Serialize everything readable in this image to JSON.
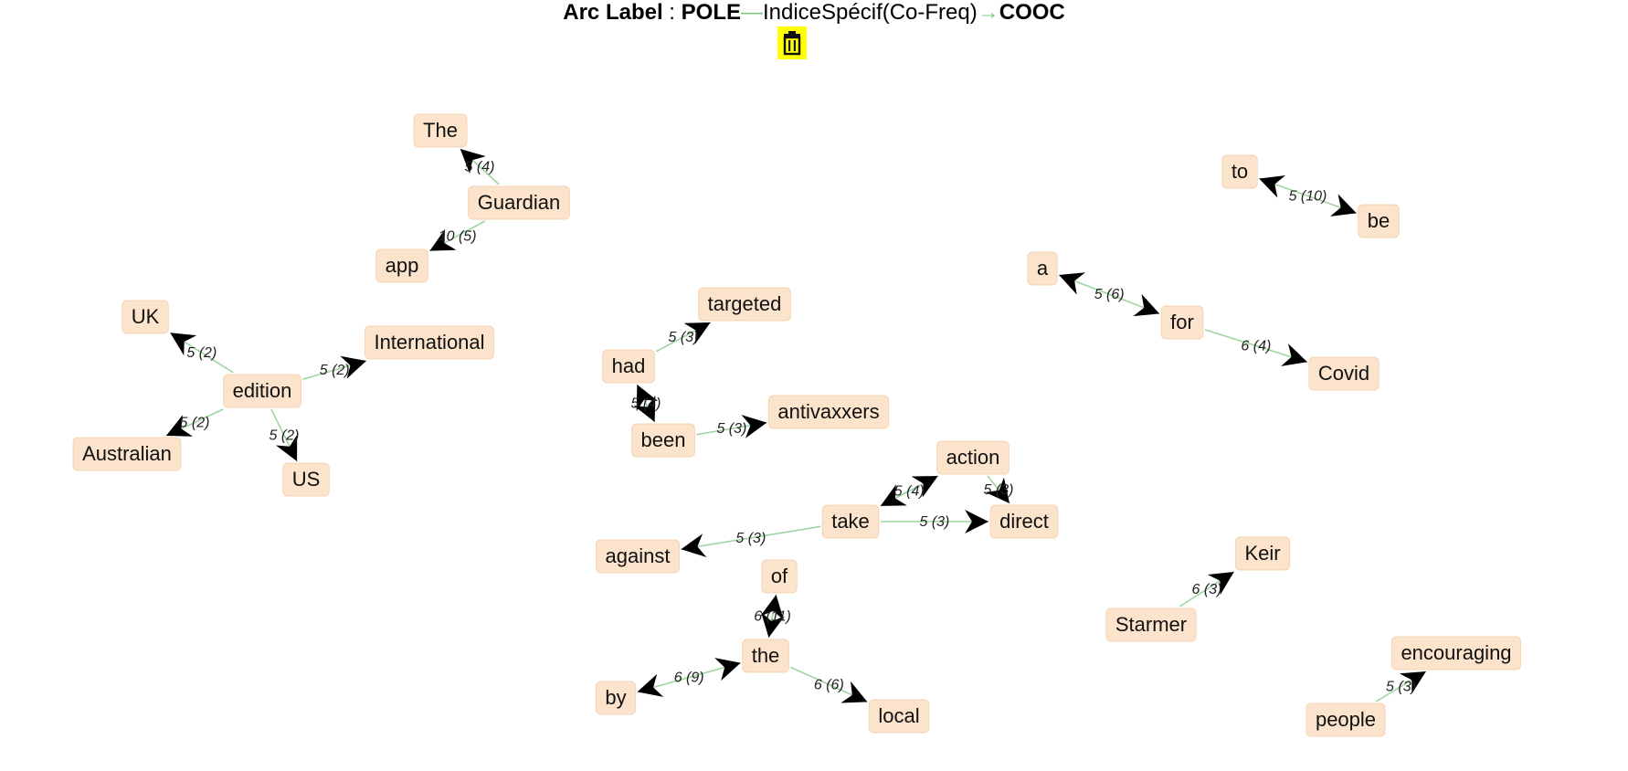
{
  "header": {
    "arc_label": "Arc Label",
    "separator": ":",
    "pole": "POLE",
    "measure": "IndiceSpécif(Co-Freq)",
    "cooc": "COOC",
    "trash_icon": "trash-icon"
  },
  "colors": {
    "node_fill": "#fbe3cc",
    "edge": "#9fd59f",
    "arrow": "#000000",
    "trash_bg": "#ffff00"
  },
  "graph": {
    "nodes": [
      {
        "id": "The",
        "label": "The"
      },
      {
        "id": "Guardian",
        "label": "Guardian"
      },
      {
        "id": "app",
        "label": "app"
      },
      {
        "id": "UK",
        "label": "UK"
      },
      {
        "id": "International",
        "label": "International"
      },
      {
        "id": "edition",
        "label": "edition"
      },
      {
        "id": "Australian",
        "label": "Australian"
      },
      {
        "id": "US",
        "label": "US"
      },
      {
        "id": "targeted",
        "label": "targeted"
      },
      {
        "id": "had",
        "label": "had"
      },
      {
        "id": "been",
        "label": "been"
      },
      {
        "id": "antivaxxers",
        "label": "antivaxxers"
      },
      {
        "id": "action",
        "label": "action"
      },
      {
        "id": "take",
        "label": "take"
      },
      {
        "id": "direct",
        "label": "direct"
      },
      {
        "id": "against",
        "label": "against"
      },
      {
        "id": "of",
        "label": "of"
      },
      {
        "id": "the",
        "label": "the"
      },
      {
        "id": "by",
        "label": "by"
      },
      {
        "id": "local",
        "label": "local"
      },
      {
        "id": "to",
        "label": "to"
      },
      {
        "id": "be",
        "label": "be"
      },
      {
        "id": "a",
        "label": "a"
      },
      {
        "id": "for",
        "label": "for"
      },
      {
        "id": "Covid",
        "label": "Covid"
      },
      {
        "id": "Keir",
        "label": "Keir"
      },
      {
        "id": "Starmer",
        "label": "Starmer"
      },
      {
        "id": "encouraging",
        "label": "encouraging"
      },
      {
        "id": "people",
        "label": "people"
      }
    ],
    "edges": [
      {
        "from": "Guardian",
        "to": "The",
        "label": "5 (4)",
        "both": false
      },
      {
        "from": "Guardian",
        "to": "app",
        "label": "10 (5)",
        "both": false
      },
      {
        "from": "edition",
        "to": "UK",
        "label": "5 (2)",
        "both": false
      },
      {
        "from": "edition",
        "to": "International",
        "label": "5 (2)",
        "both": false
      },
      {
        "from": "edition",
        "to": "Australian",
        "label": "5 (2)",
        "both": false
      },
      {
        "from": "edition",
        "to": "US",
        "label": "5 (2)",
        "both": false
      },
      {
        "from": "had",
        "to": "targeted",
        "label": "5 (3)",
        "both": false
      },
      {
        "from": "had",
        "to": "been",
        "label": "5 (4)",
        "both": true
      },
      {
        "from": "been",
        "to": "antivaxxers",
        "label": "5 (3)",
        "both": false
      },
      {
        "from": "take",
        "to": "action",
        "label": "5 (4)",
        "both": true
      },
      {
        "from": "action",
        "to": "direct",
        "label": "5 (3)",
        "both": false
      },
      {
        "from": "take",
        "to": "direct",
        "label": "5 (3)",
        "both": false
      },
      {
        "from": "take",
        "to": "against",
        "label": "5 (3)",
        "both": false
      },
      {
        "from": "of",
        "to": "the",
        "label": "6 (11)",
        "both": true
      },
      {
        "from": "the",
        "to": "by",
        "label": "6 (9)",
        "both": true
      },
      {
        "from": "the",
        "to": "local",
        "label": "6 (6)",
        "both": false
      },
      {
        "from": "to",
        "to": "be",
        "label": "5 (10)",
        "both": true
      },
      {
        "from": "a",
        "to": "for",
        "label": "5 (6)",
        "both": true
      },
      {
        "from": "for",
        "to": "Covid",
        "label": "6 (4)",
        "both": false
      },
      {
        "from": "Starmer",
        "to": "Keir",
        "label": "6 (3)",
        "both": false
      },
      {
        "from": "people",
        "to": "encouraging",
        "label": "5 (3)",
        "both": false
      }
    ]
  }
}
